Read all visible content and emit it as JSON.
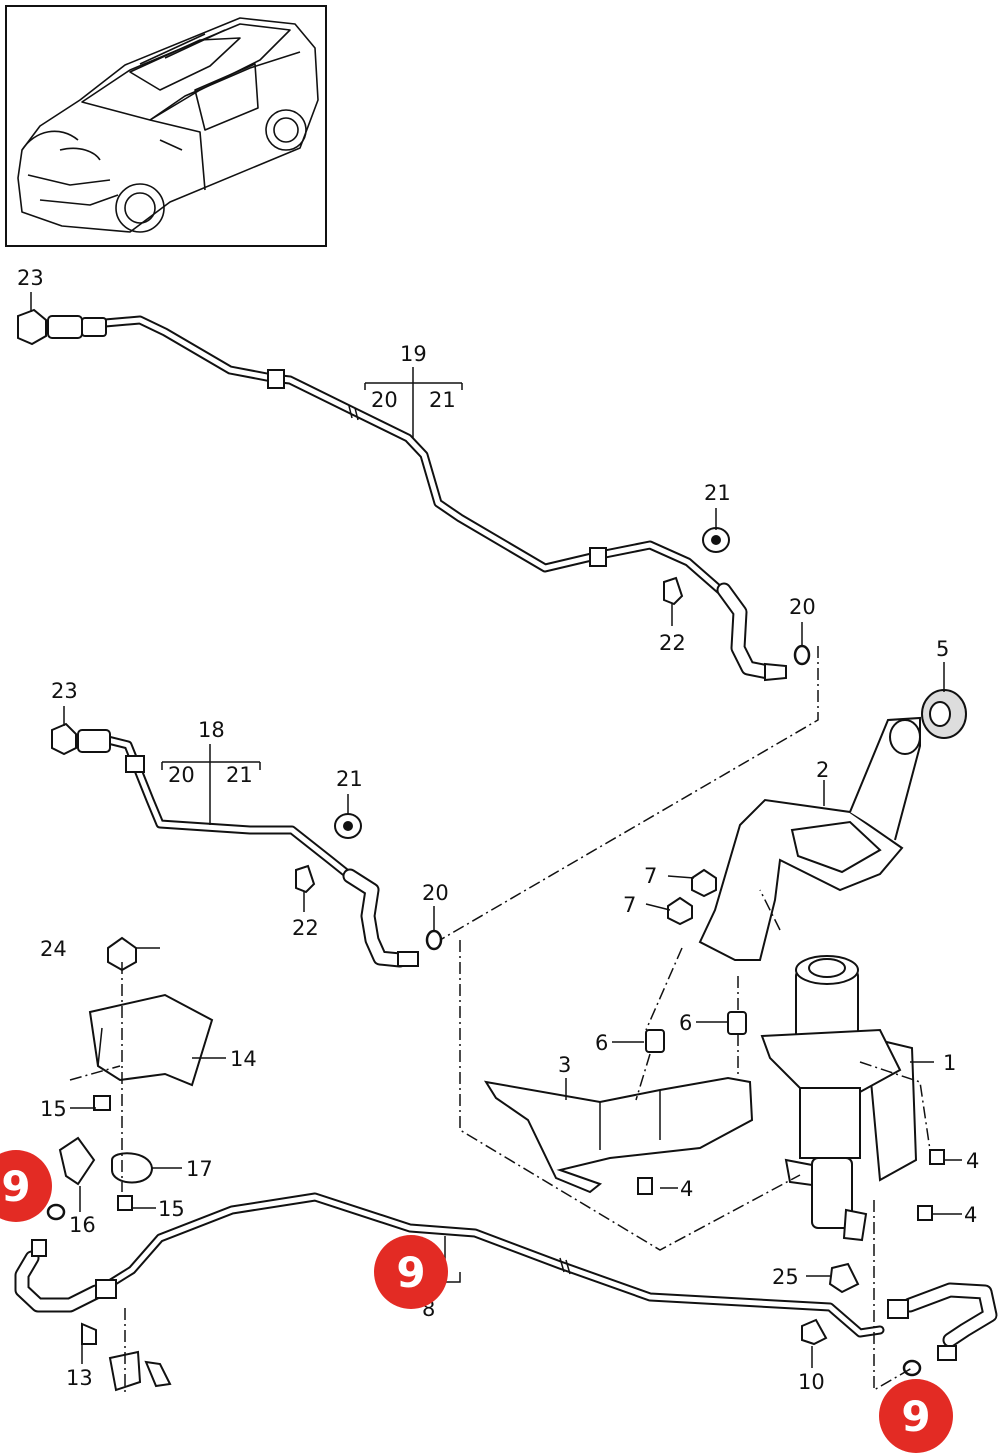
{
  "labels": {
    "l1": "1",
    "l2": "2",
    "l3": "3",
    "l4a": "4",
    "l4b": "4",
    "l4c": "4",
    "l5": "5",
    "l6a": "6",
    "l6b": "6",
    "l7a": "7",
    "l7b": "7",
    "l8": "8",
    "l10": "10",
    "l13": "13",
    "l14": "14",
    "l15a": "15",
    "l15b": "15",
    "l16": "16",
    "l17": "17",
    "l18": "18",
    "l19": "19",
    "l20a": "20",
    "l20b": "20",
    "l20c": "20",
    "l20d": "20",
    "l21a": "21",
    "l21b": "21",
    "l21c": "21",
    "l21d": "21",
    "l22a": "22",
    "l22b": "22",
    "l23a": "23",
    "l23b": "23",
    "l24": "24",
    "l25": "25"
  },
  "badges": {
    "b1": "9",
    "b2": "9",
    "b3": "9"
  },
  "colors": {
    "badge": "#e32b24",
    "ink": "#111111"
  }
}
